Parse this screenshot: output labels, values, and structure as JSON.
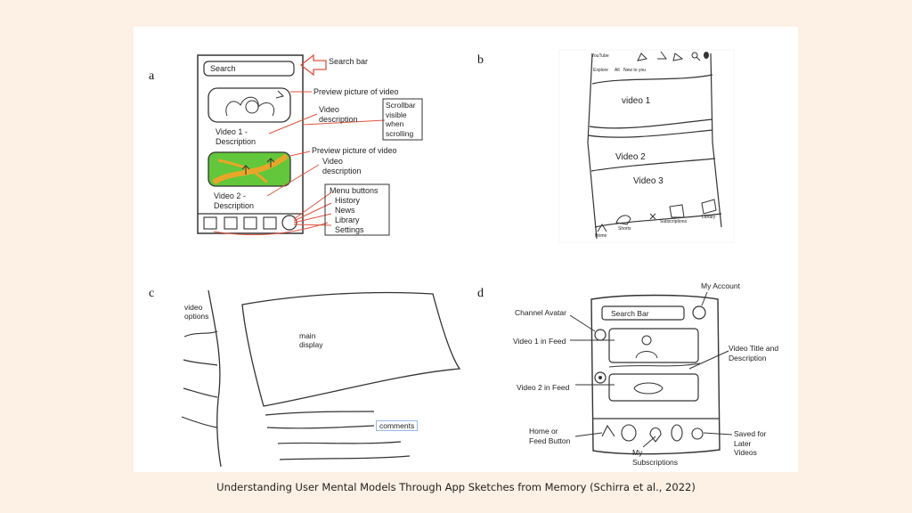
{
  "panels": {
    "a": {
      "letter": "a",
      "search_box": "Search",
      "search_bar_label": "Search bar",
      "preview_1": "Preview picture of video",
      "video_desc_1": "Video description",
      "video1_title": "Video 1 - Description",
      "scrollbar_note": "Scrollbar visible when scrolling",
      "preview_2": "Preview picture of video",
      "video_desc_2": "Video description",
      "video2_title": "Video 2 - Description",
      "menu_buttons": "Menu buttons",
      "menu_items": [
        "History",
        "News",
        "Library",
        "Settings"
      ]
    },
    "b": {
      "letter": "b",
      "youtube": "YouTube",
      "explore": "Explore",
      "all": "All",
      "new_to_you": "New to you",
      "video1": "video 1",
      "video2": "Video 2",
      "video3": "Video 3",
      "home": "Home",
      "shorts": "Shorts",
      "subscriptions": "Subscriptions",
      "library": "Library"
    },
    "c": {
      "letter": "c",
      "video_options": "video options",
      "main_display": "main display",
      "comments": "comments"
    },
    "d": {
      "letter": "d",
      "my_account": "My Account",
      "channel_avatar": "Channel Avatar",
      "search_bar": "Search Bar",
      "video1_feed": "Video 1 in Feed",
      "video_title_desc": "Video Title and Description",
      "video2_feed": "Video 2 in Feed",
      "home_feed_button": "Home or Feed Button",
      "saved_later": "Saved for Later Videos",
      "my_subscriptions": "My Subscriptions"
    }
  },
  "caption": "Understanding User Mental Models Through App Sketches from Memory (Schirra et al., 2022)",
  "colors": {
    "background": "#fdf0e4",
    "panel": "#ffffff",
    "accent_red": "#e0533f",
    "sketch_ink": "#333333"
  }
}
